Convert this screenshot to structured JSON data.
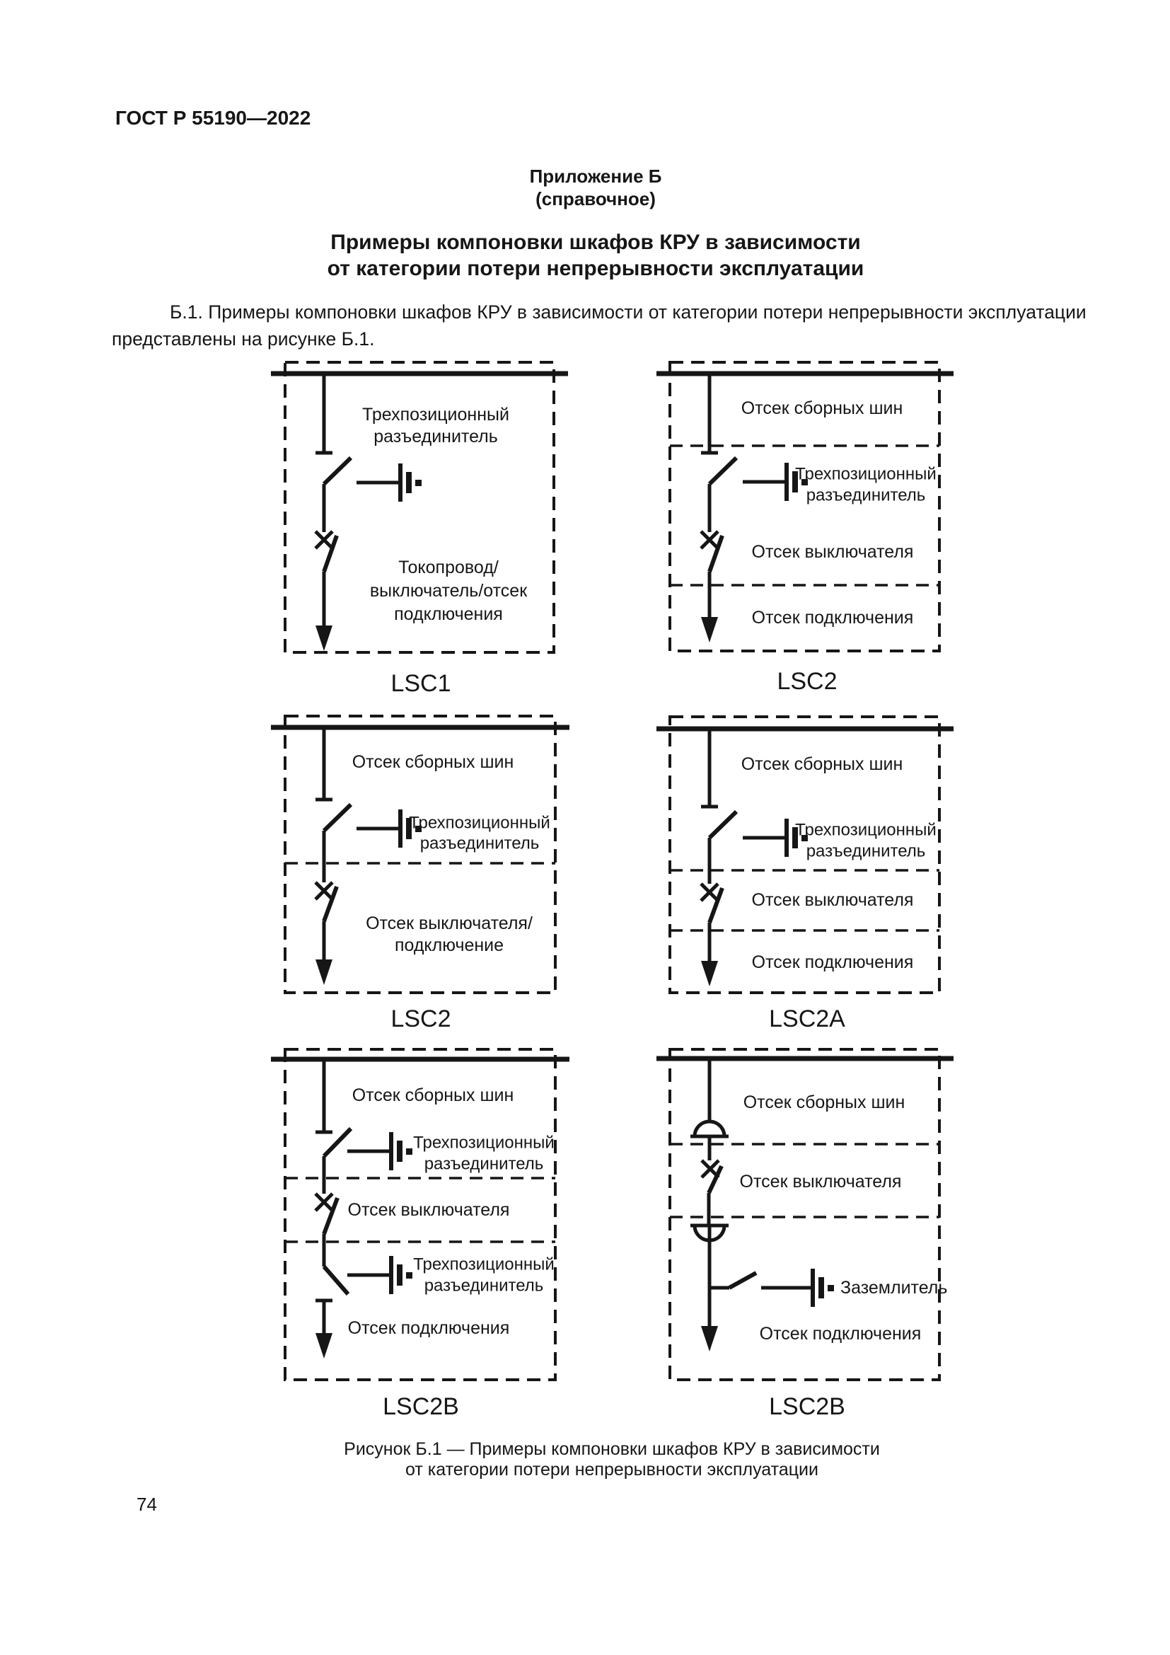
{
  "page": {
    "standard_ref": "ГОСТ Р 55190—2022",
    "page_number": "74"
  },
  "appendix": {
    "label": "Приложение Б",
    "type": "(справочное)",
    "title": [
      "Примеры компоновки шкафов КРУ в зависимости",
      "от категории потери непрерывности эксплуатации"
    ],
    "body": [
      "Б.1. Примеры компоновки шкафов КРУ в зависимости от категории потери непрерывности эксплуатации",
      "представлены на рисунке Б.1."
    ]
  },
  "figure": {
    "caption": [
      "Рисунок Б.1 — Примеры компоновки шкафов КРУ в зависимости",
      "от категории потери непрерывности эксплуатации"
    ],
    "diagrams": [
      {
        "label": "LSC1",
        "disconnector": [
          "Трехпозиционный",
          "разъединитель"
        ],
        "feeder": [
          "Токопровод/",
          "выключатель/отсек",
          "подключения"
        ]
      },
      {
        "label": "LSC2",
        "busbar_compartment": "Отсек сборных шин",
        "disconnector": [
          "Трехпозиционный",
          "разъединитель"
        ],
        "breaker_compartment": "Отсек выключателя",
        "connection_compartment": "Отсек подключения"
      },
      {
        "label": "LSC2",
        "busbar_compartment": "Отсек сборных шин",
        "disconnector": [
          "Трехпозиционный",
          "разъединитель"
        ],
        "breaker_connection_compartment": [
          "Отсек выключателя/",
          "подключение"
        ]
      },
      {
        "label": "LSC2A",
        "busbar_compartment": "Отсек сборных шин",
        "disconnector": [
          "Трехпозиционный",
          "разъединитель"
        ],
        "breaker_compartment": "Отсек выключателя",
        "connection_compartment": "Отсек подключения"
      },
      {
        "label": "LSC2B",
        "busbar_compartment": "Отсек сборных шин",
        "disconnector_upper": [
          "Трехпозиционный",
          "разъединитель"
        ],
        "breaker_compartment": "Отсек выключателя",
        "disconnector_lower": [
          "Трехпозиционный",
          "разъединитель"
        ],
        "connection_compartment": "Отсек подключения"
      },
      {
        "label": "LSC2B",
        "busbar_compartment": "Отсек сборных шин",
        "breaker_compartment": "Отсек выключателя",
        "earthing_switch": "Заземлитель",
        "connection_compartment": "Отсек подключения"
      }
    ]
  }
}
